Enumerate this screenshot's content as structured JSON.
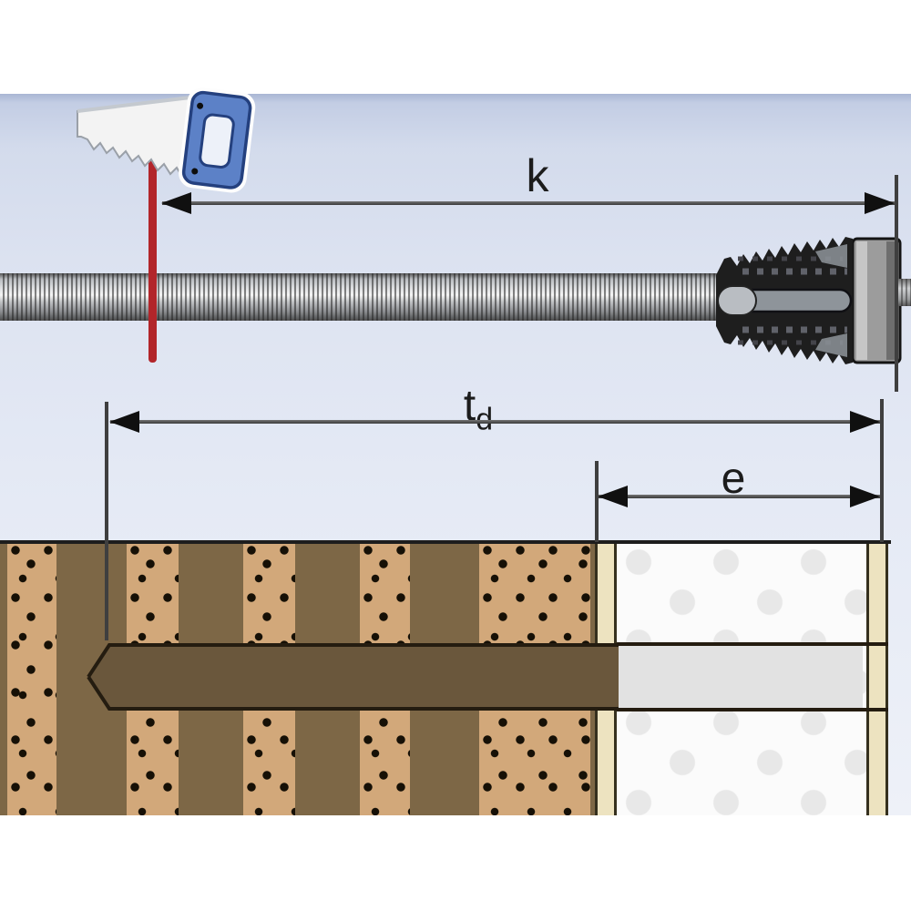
{
  "dimensions": {
    "k": {
      "label": "k"
    },
    "td": {
      "label_base": "t",
      "label_sub": "d"
    },
    "e": {
      "label": "e"
    }
  },
  "colors": {
    "panel_background": "#dde3f1",
    "cut_line": "#b2252a",
    "saw_handle": "#5c81c7",
    "saw_blade": "#f3f3f3",
    "rod_metal": "#c8cacc",
    "anchor_body": "#1e1e1e",
    "anchor_collar": "#9c9c9c",
    "wall_mortar_dark": "#7d6746",
    "wall_brick_tan": "#d2a87a",
    "drill_hole_wall": "#6a573c",
    "drill_hole_insulation": "#e2e2e2",
    "render_layer_cream": "#ede3c0",
    "insulation_white": "#fbfbfb",
    "dimension_line": "#3f3f3f",
    "arrowhead": "#101010"
  }
}
